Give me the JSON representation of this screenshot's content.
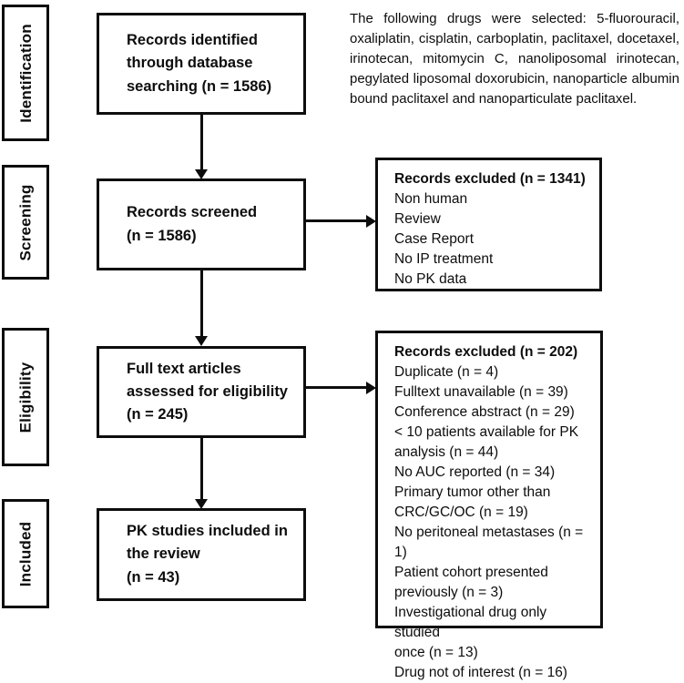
{
  "stages": [
    {
      "label": "Identification"
    },
    {
      "label": "Screening"
    },
    {
      "label": "Eligibility"
    },
    {
      "label": "Included"
    }
  ],
  "flow": {
    "identified": {
      "lines": [
        "Records identified",
        "through database",
        "searching (n = 1586)"
      ]
    },
    "screened": {
      "lines": [
        "Records screened",
        "(n = 1586)"
      ]
    },
    "fulltext": {
      "lines": [
        "Full text articles",
        "assessed for eligibility",
        "(n = 245)"
      ]
    },
    "included": {
      "lines": [
        "PK studies included in",
        "the review",
        "(n = 43)"
      ]
    }
  },
  "exclusions": {
    "screening": {
      "heading": "Records excluded (n = 1341)",
      "items": [
        "Non human",
        "Review",
        "Case Report",
        "No IP treatment",
        "No PK data"
      ]
    },
    "eligibility": {
      "heading": "Records excluded (n = 202)",
      "items": [
        "Duplicate (n = 4)",
        "Fulltext unavailable (n = 39)",
        "Conference abstract (n = 29)",
        "< 10 patients available for PK",
        "analysis (n = 44)",
        "No AUC reported (n = 34)",
        "Primary tumor other than",
        "CRC/GC/OC (n = 19)",
        "No peritoneal metastases (n = 1)",
        "Patient cohort presented",
        "previously (n = 3)",
        "Investigational drug only studied",
        "once (n = 13)",
        "Drug not of interest (n = 16)"
      ]
    }
  },
  "note": {
    "text": "The following drugs were selected: 5-fluorouracil, oxaliplatin, cisplatin, carboplatin, paclitaxel, docetaxel, irinotecan, mitomycin C, nanoliposomal irinotecan, pegylated liposomal doxorubicin, nanoparticle albumin bound paclitaxel and nanoparticulate paclitaxel."
  },
  "colors": {
    "ink": "#0d0d0d",
    "background": "#ffffff"
  }
}
